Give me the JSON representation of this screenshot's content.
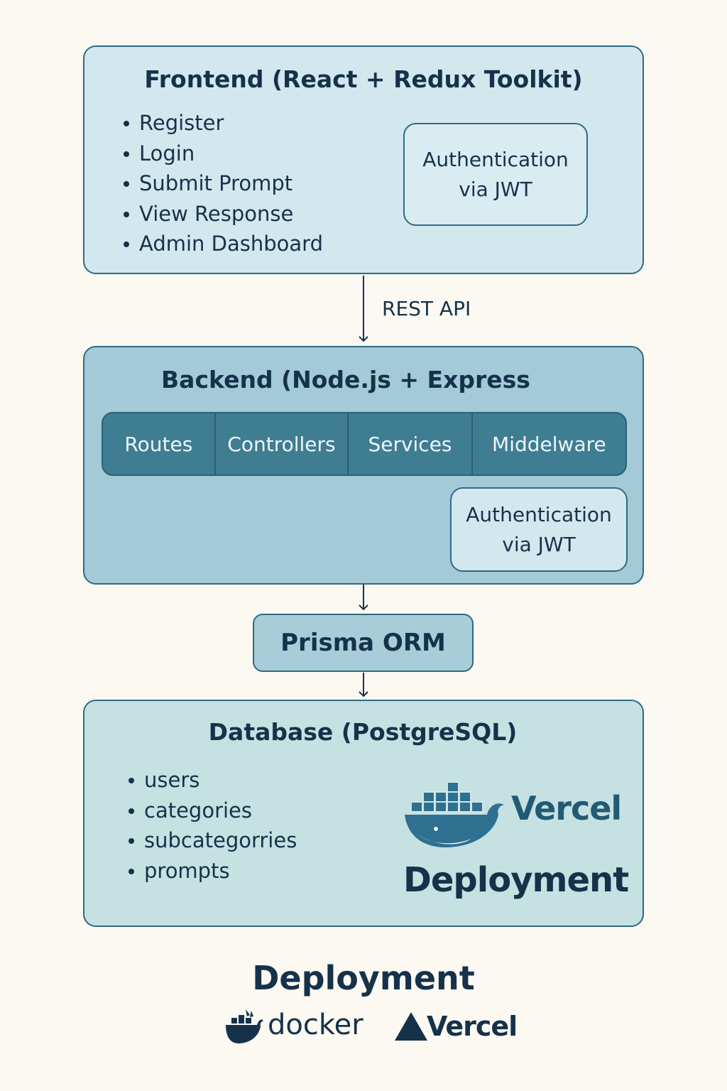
{
  "frontend": {
    "title": "Frontend (React + Redux Toolkit)",
    "items": [
      "Register",
      "Login",
      "Submit Prompt",
      "View Response",
      "Admin Dashboard"
    ],
    "auth": {
      "line1": "Authentication",
      "line2": "via JWT"
    }
  },
  "connector_label": "REST API",
  "backend": {
    "title": "Backend (Node.js + Express",
    "layers": [
      "Routes",
      "Controllers",
      "Services",
      "Middelware"
    ],
    "auth": {
      "line1": "Authentication",
      "line2": "via JWT"
    }
  },
  "orm": {
    "label": "Prisma ORM"
  },
  "database": {
    "title": "Database (PostgreSQL)",
    "tables": [
      "users",
      "categories",
      "subcategorries",
      "prompts"
    ],
    "logo_text": "Vercel",
    "deploy_text": "Deployment",
    "logo_icon": "docker-whale-icon"
  },
  "footer": {
    "title": "Deployment",
    "docker_label": "docker",
    "vercel_label": "Vercel",
    "icons": [
      "docker-whale-icon",
      "vercel-triangle-icon"
    ]
  },
  "colors": {
    "background": "#fbf9f2",
    "frontend_panel": "#d3e8ee",
    "backend_panel": "#a3cad6",
    "layer_bar": "#3f7d93",
    "database_panel": "#c5e1e2",
    "border": "#2f6a84",
    "text": "#16324a"
  }
}
